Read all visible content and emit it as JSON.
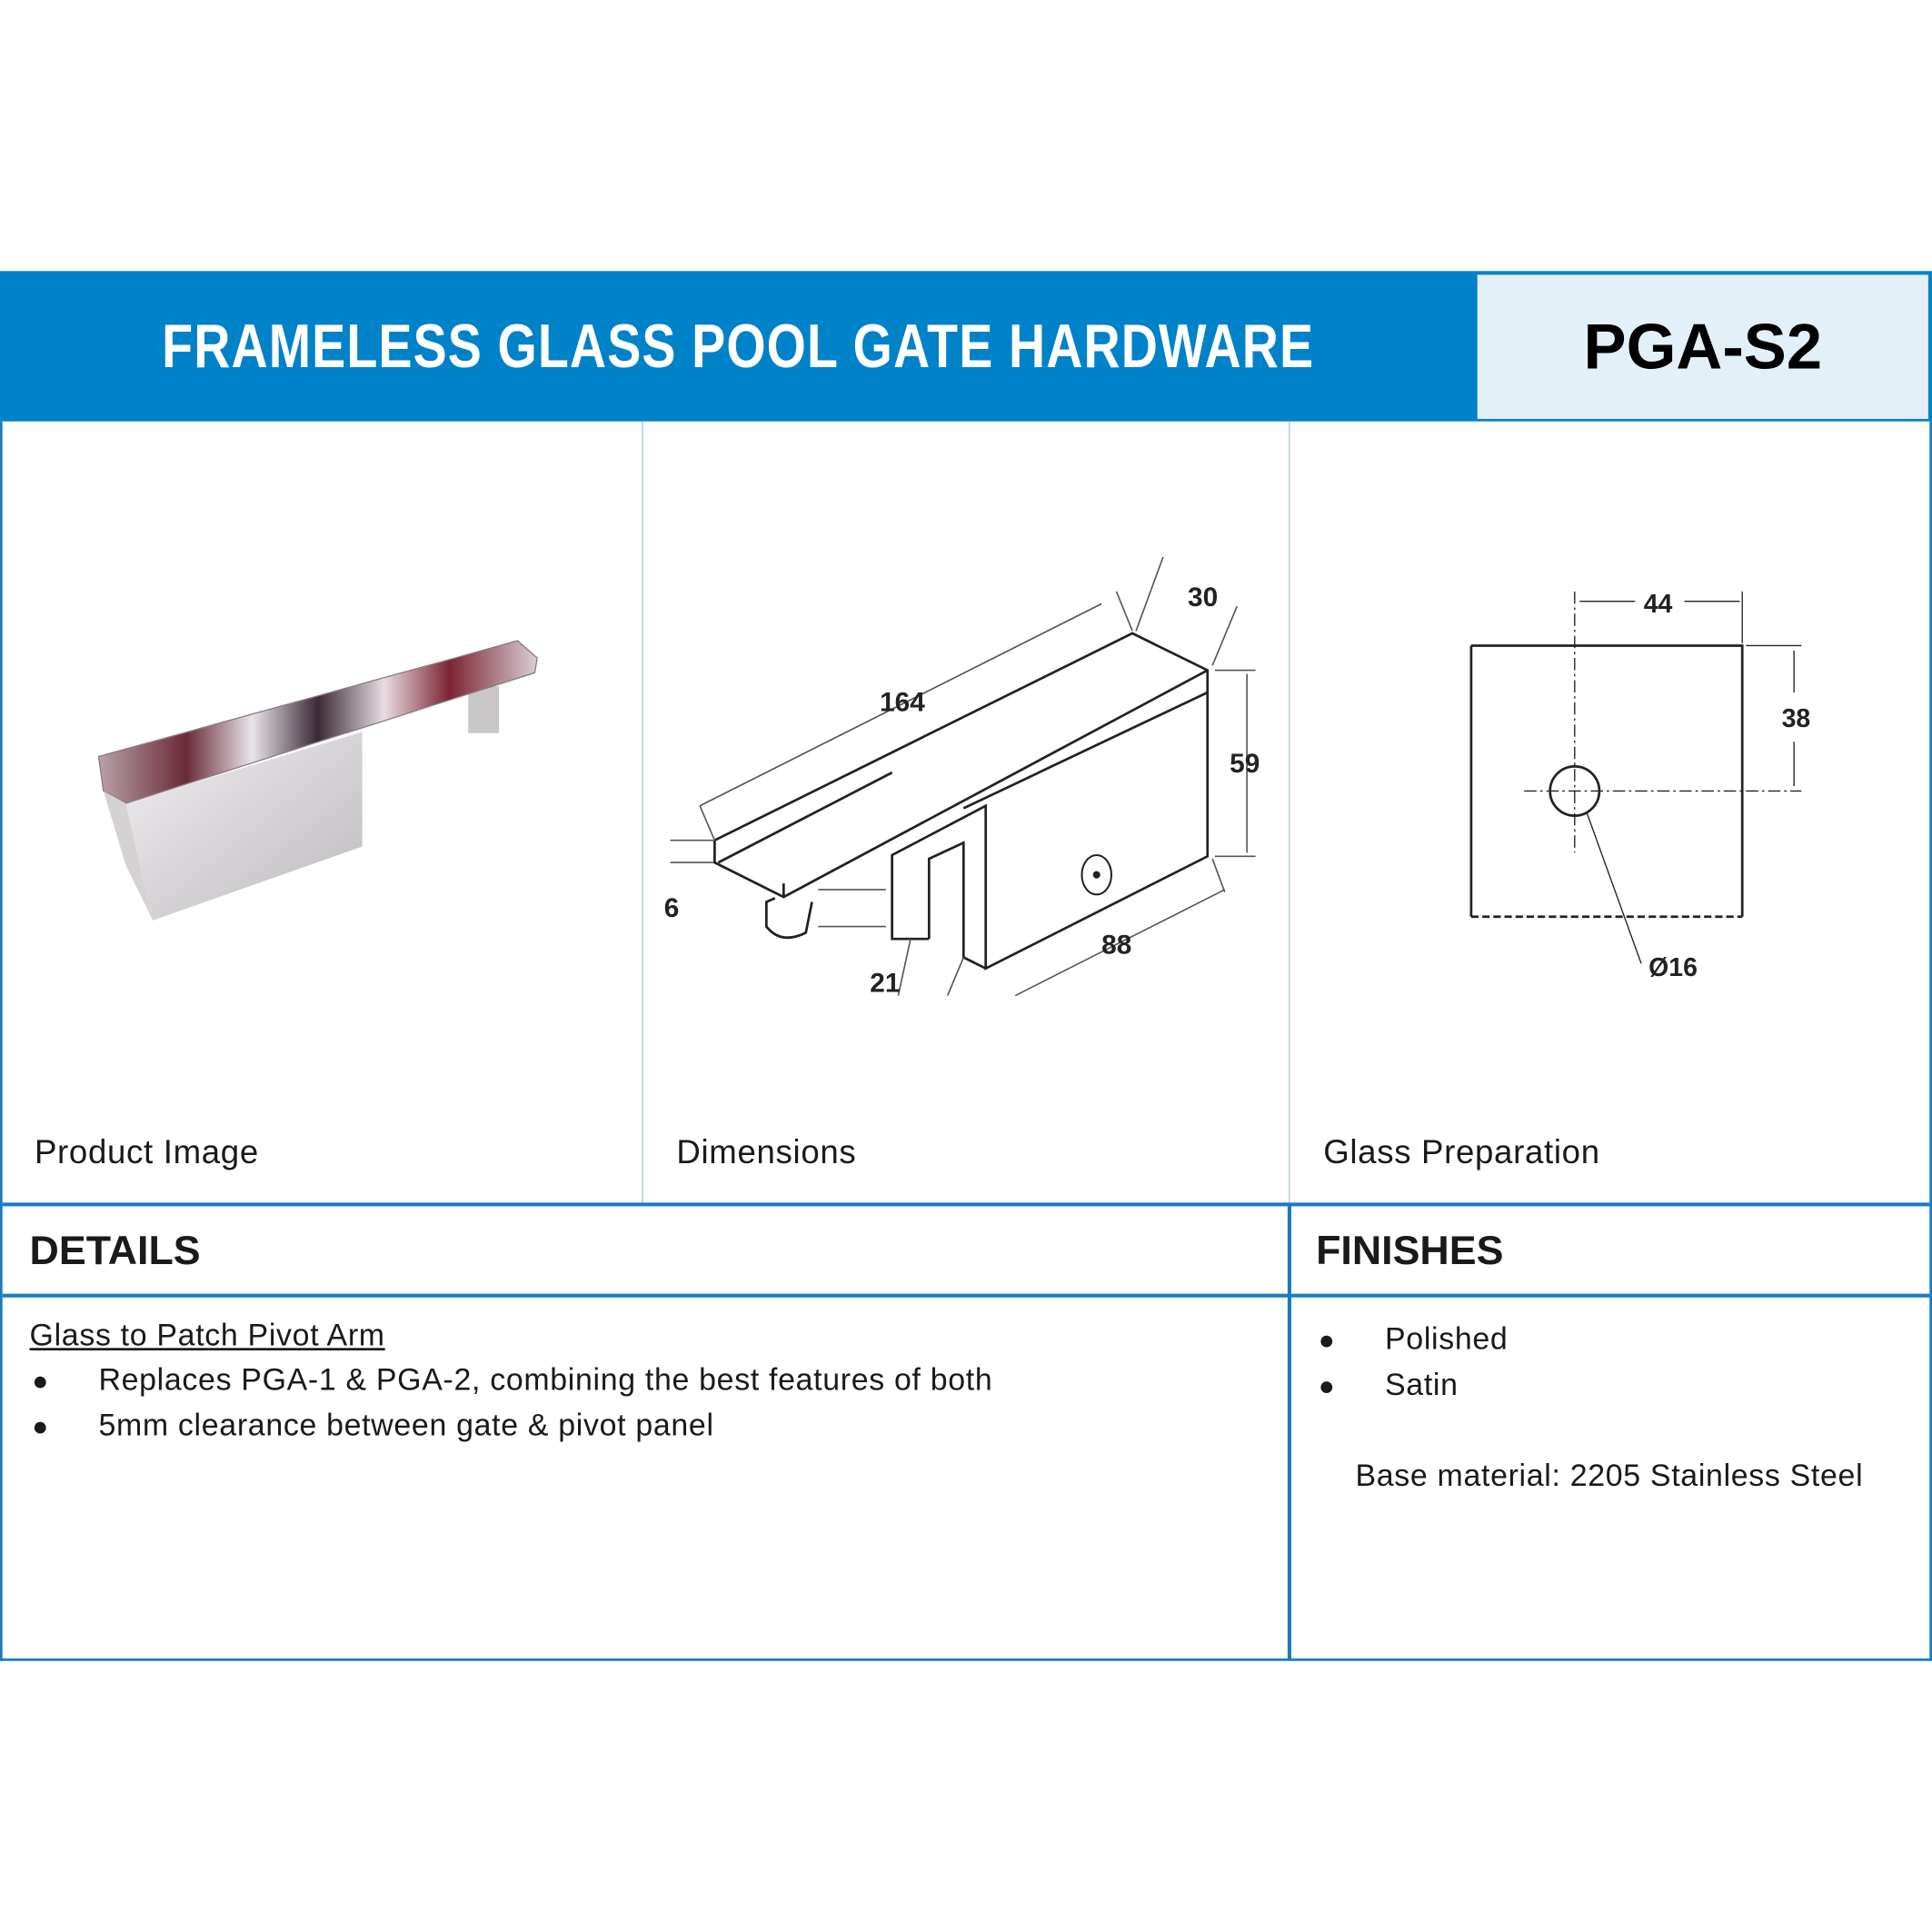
{
  "header": {
    "title": "FRAMELESS GLASS POOL GATE HARDWARE",
    "product_code": "PGA-S2"
  },
  "panels": {
    "product_image": "Product Image",
    "dimensions": "Dimensions",
    "glass_preparation": "Glass Preparation"
  },
  "dimension_labels": {
    "length": "164",
    "width": "30",
    "height": "59",
    "thickness": "6",
    "pin": "21",
    "plate": "88"
  },
  "glass_prep_labels": {
    "width": "44",
    "height": "38",
    "hole": "Ø16"
  },
  "details": {
    "heading": "DETAILS",
    "subtitle": "Glass to Patch Pivot Arm",
    "items": [
      "Replaces PGA-1 & PGA-2, combining the best features of both",
      "5mm clearance between gate & pivot panel"
    ]
  },
  "finishes": {
    "heading": "FINISHES",
    "items": [
      "Polished",
      "Satin"
    ],
    "base_material": "Base material: 2205 Stainless Steel"
  },
  "colors": {
    "brand_blue": "#0082c8",
    "code_bg": "#e3f0f8"
  }
}
